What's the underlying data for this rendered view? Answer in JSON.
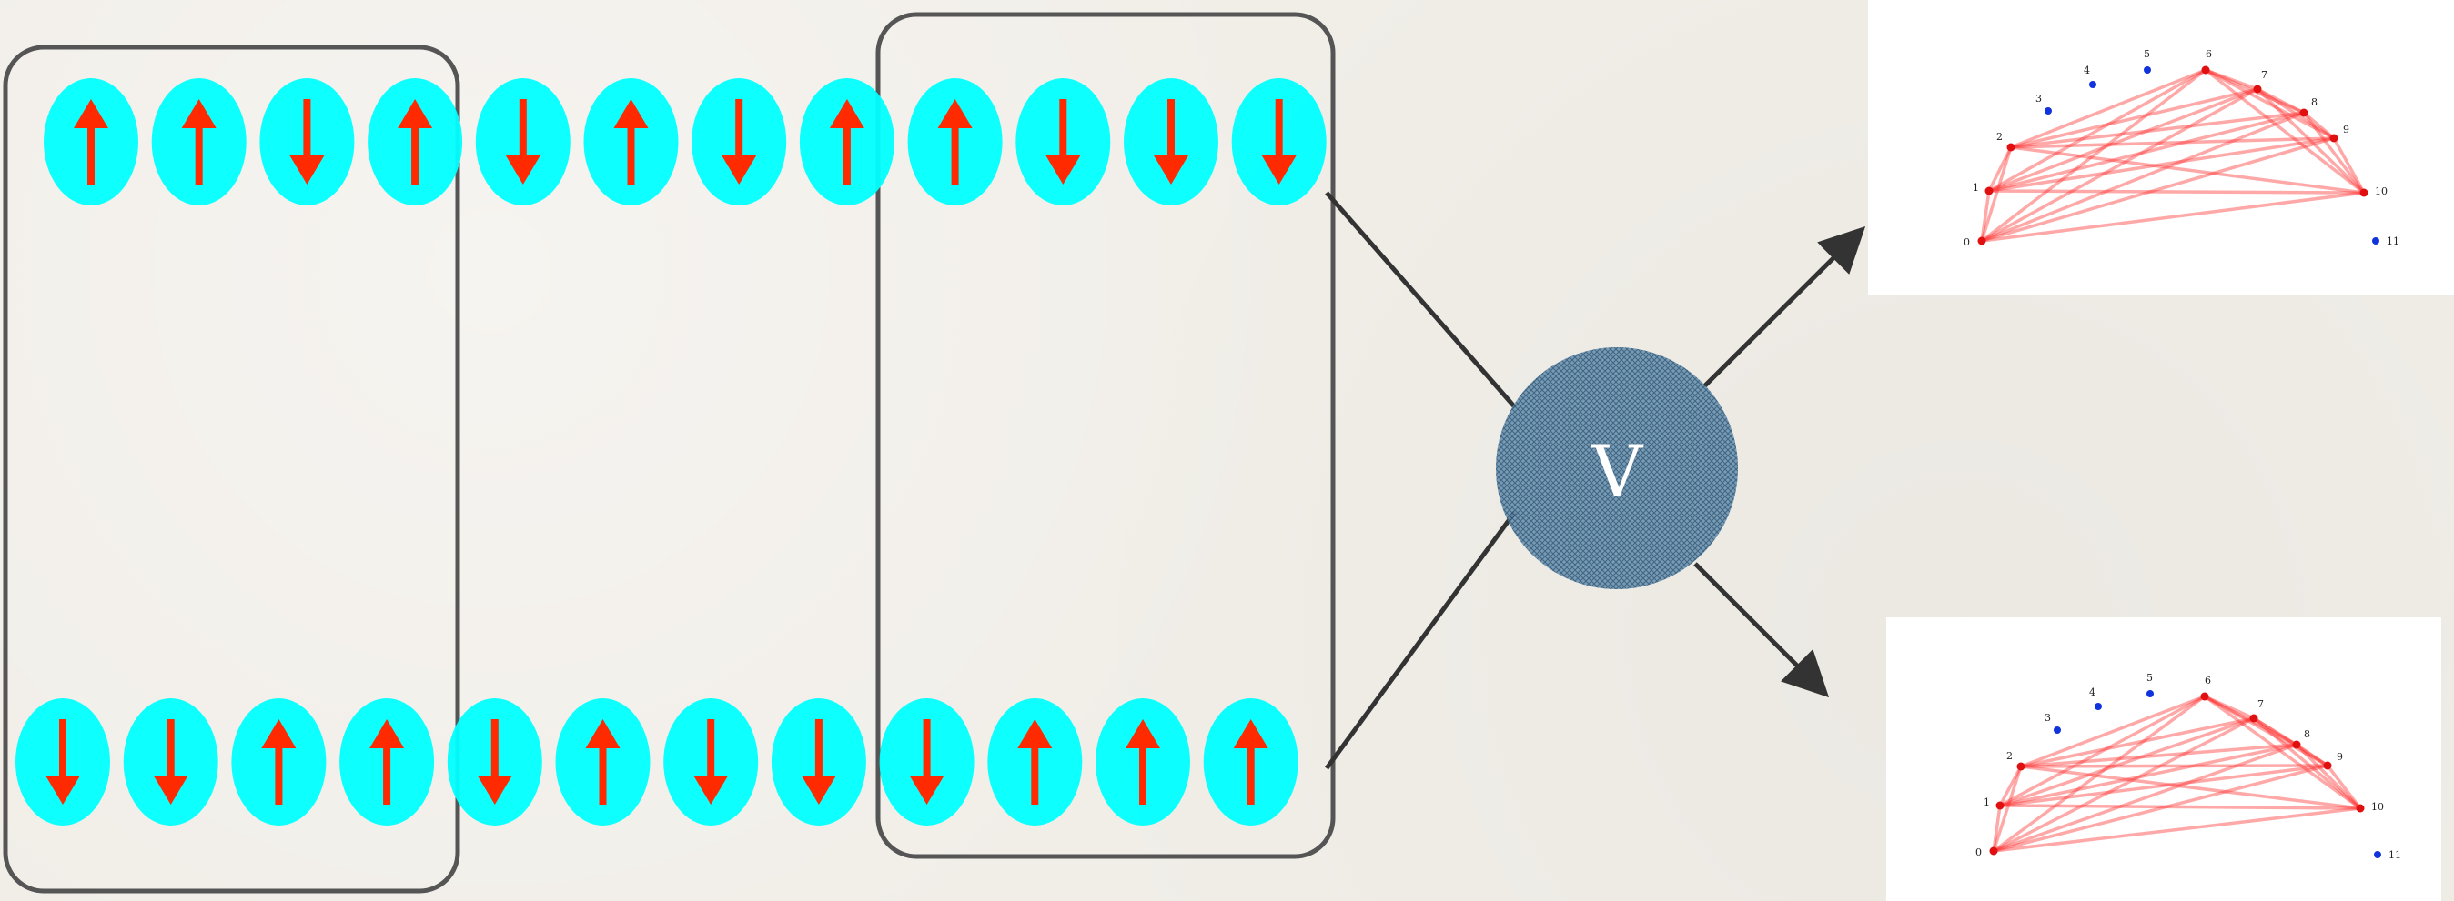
{
  "diagram": {
    "vertex_label": "V",
    "colors": {
      "spin_fill": "#00ffff",
      "arrow": "#ff2a00",
      "box_stroke": "#555555",
      "vertex_fill": "#5a86a8",
      "graph_edge": "#ff3030",
      "graph_node_active": "#e01010",
      "graph_node_idle": "#1133dd"
    },
    "top_chain": [
      "up",
      "up",
      "down",
      "up",
      "down",
      "up",
      "down",
      "up",
      "up",
      "down",
      "down",
      "down"
    ],
    "bottom_chain": [
      "down",
      "down",
      "up",
      "up",
      "down",
      "up",
      "down",
      "down",
      "down",
      "up",
      "up",
      "up"
    ]
  },
  "graphs": [
    {
      "node_labels": [
        "0",
        "1",
        "2",
        "3",
        "4",
        "5",
        "6",
        "7",
        "8",
        "9",
        "10",
        "11"
      ],
      "connected_nodes": [
        "0",
        "1",
        "2",
        "6",
        "7",
        "8",
        "9",
        "10"
      ],
      "isolated_nodes": [
        "3",
        "4",
        "5",
        "11"
      ]
    },
    {
      "node_labels": [
        "0",
        "1",
        "2",
        "3",
        "4",
        "5",
        "6",
        "7",
        "8",
        "9",
        "10",
        "11"
      ],
      "connected_nodes": [
        "0",
        "1",
        "2",
        "6",
        "7",
        "8",
        "9",
        "10"
      ],
      "isolated_nodes": [
        "3",
        "4",
        "5",
        "11"
      ]
    }
  ]
}
